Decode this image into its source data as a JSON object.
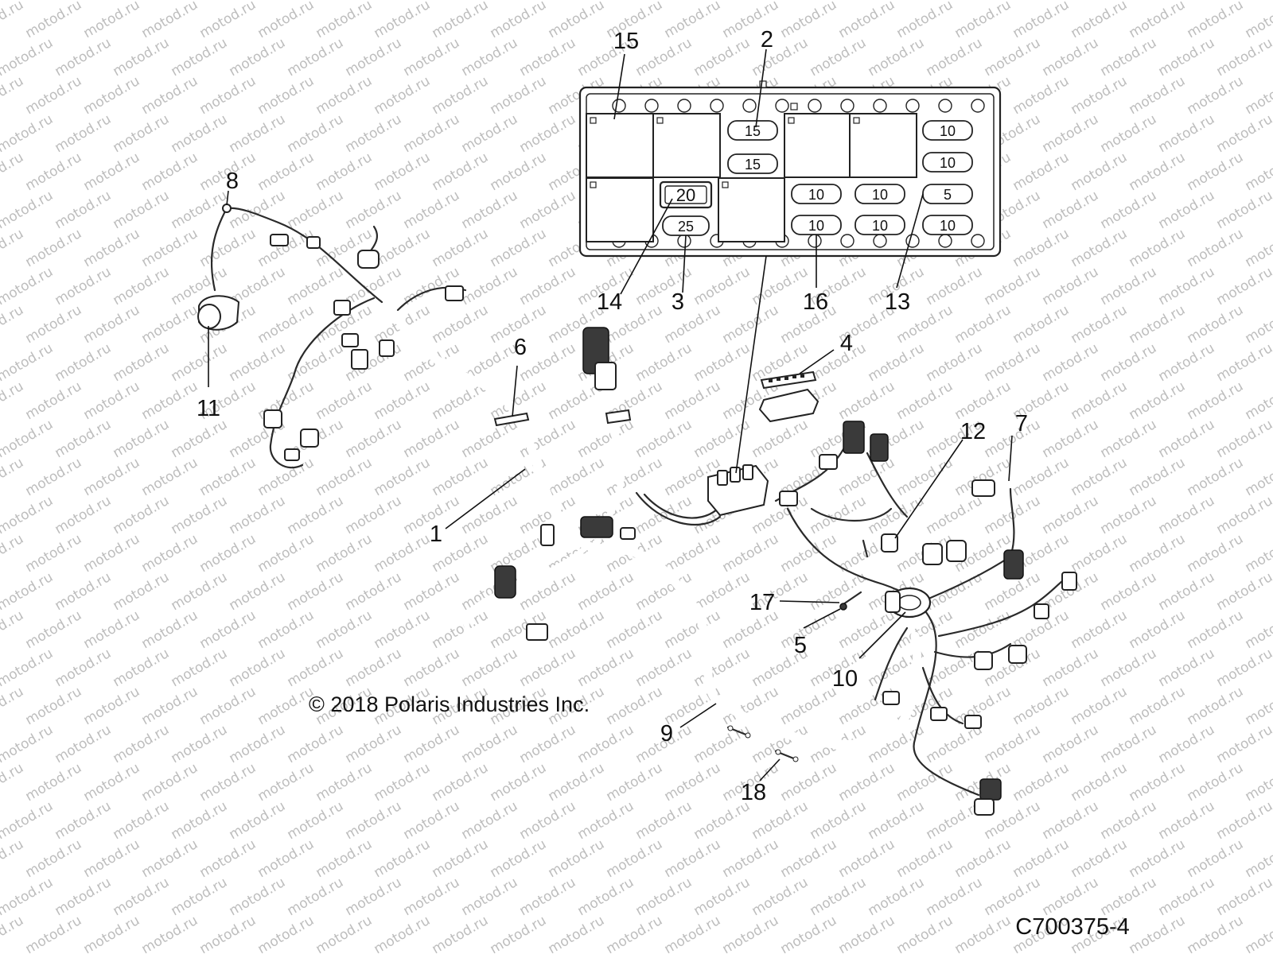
{
  "watermark_text": "motod.ru",
  "copyright": "© 2018 Polaris Industries Inc.",
  "diagram_code": "C700375-4",
  "callouts": {
    "c1": "1",
    "c2": "2",
    "c3": "3",
    "c4": "4",
    "c5": "5",
    "c6": "6",
    "c7": "7",
    "c8": "8",
    "c9": "9",
    "c10": "10",
    "c11": "11",
    "c12": "12",
    "c13": "13",
    "c14": "14",
    "c15": "15",
    "c16": "16",
    "c17": "17",
    "c18": "18"
  },
  "fuses": {
    "f2a": "15",
    "f2b": "15",
    "f14": "20",
    "f3": "25",
    "f16a": "10",
    "f16b": "10",
    "f16c": "10",
    "f16d": "10",
    "f13a": "10",
    "f13b": "10",
    "f13c": "5",
    "f13d": "10"
  },
  "colors": {
    "line": "#222222",
    "watermark": "#bdbdbd",
    "background": "#ffffff"
  }
}
